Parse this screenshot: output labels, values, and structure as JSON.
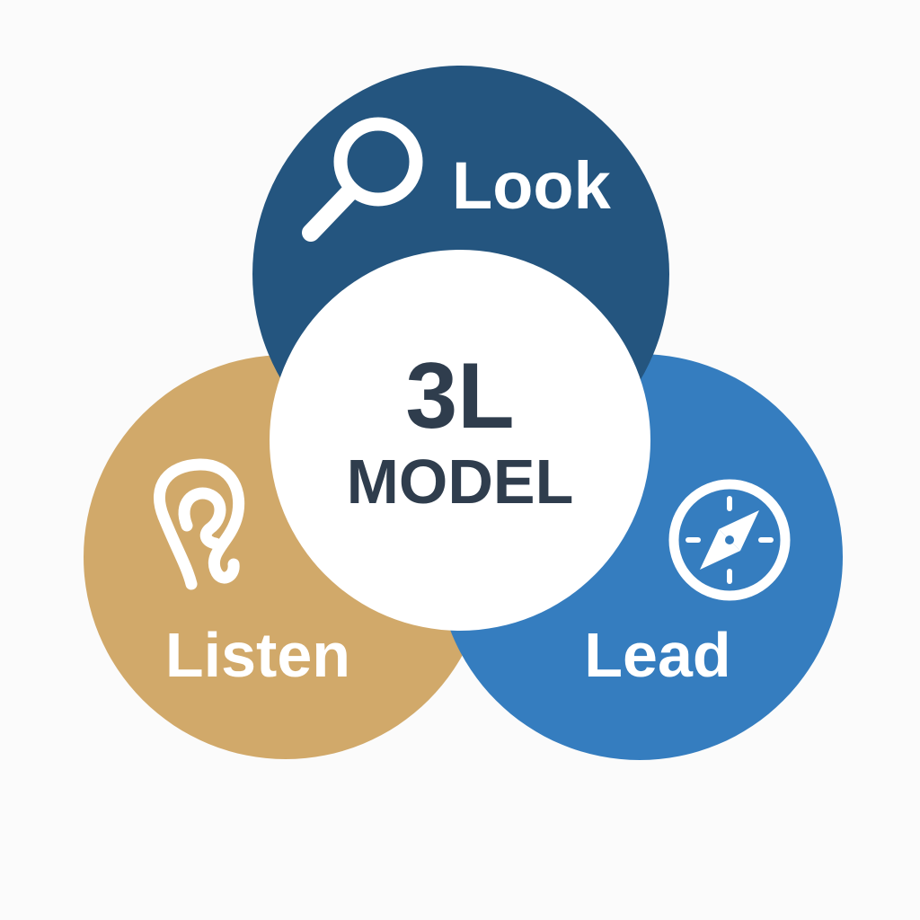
{
  "center": {
    "line1": "3L",
    "line2": "MODEL"
  },
  "circles": {
    "look": {
      "label": "Look",
      "icon": "magnifying-glass-icon",
      "color": "#24557f"
    },
    "listen": {
      "label": "Listen",
      "icon": "ear-icon",
      "color": "#d1a96a"
    },
    "lead": {
      "label": "Lead",
      "icon": "compass-icon",
      "color": "#357dbf"
    }
  },
  "colors": {
    "background": "#fbfbfb",
    "center_fill": "#ffffff",
    "center_text": "#2f3d4d"
  }
}
